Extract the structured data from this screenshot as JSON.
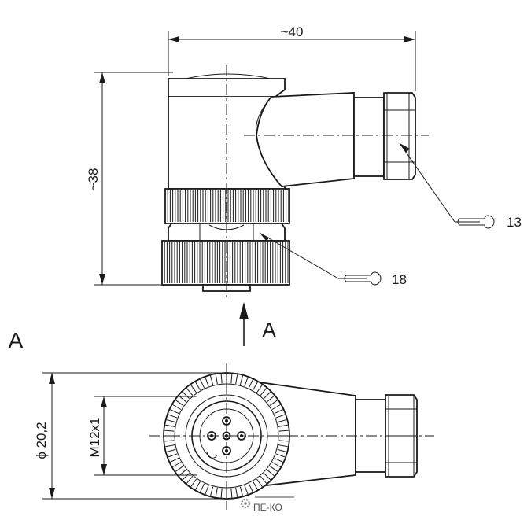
{
  "dimensions": {
    "width": "~40",
    "height": "~38",
    "wrench_small": "13",
    "wrench_large": "18",
    "diameter": "ϕ 20,2",
    "thread": "M12x1"
  },
  "view_label": "A",
  "arrow_label": "A",
  "logo_text": "ПЕ-КО"
}
